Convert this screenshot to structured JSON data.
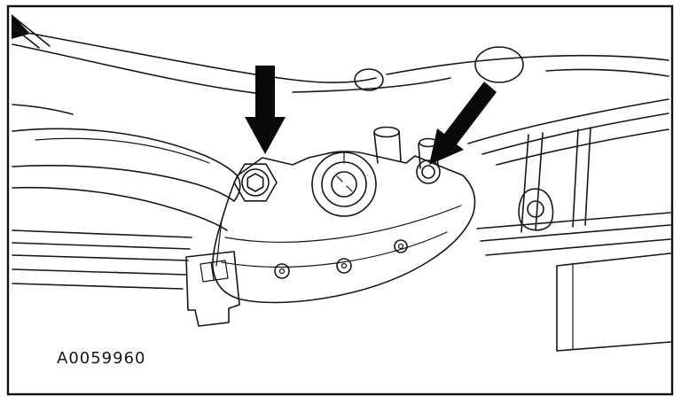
{
  "figure": {
    "label": "A0059960",
    "colors": {
      "ink": "#161616",
      "paper": "#ffffff"
    },
    "callouts": [
      {
        "icon": "arrow-down-icon",
        "target": "sensor-mounting-bolt-left"
      },
      {
        "icon": "arrow-down-left-icon",
        "target": "sensor-mounting-stud-right"
      }
    ]
  }
}
